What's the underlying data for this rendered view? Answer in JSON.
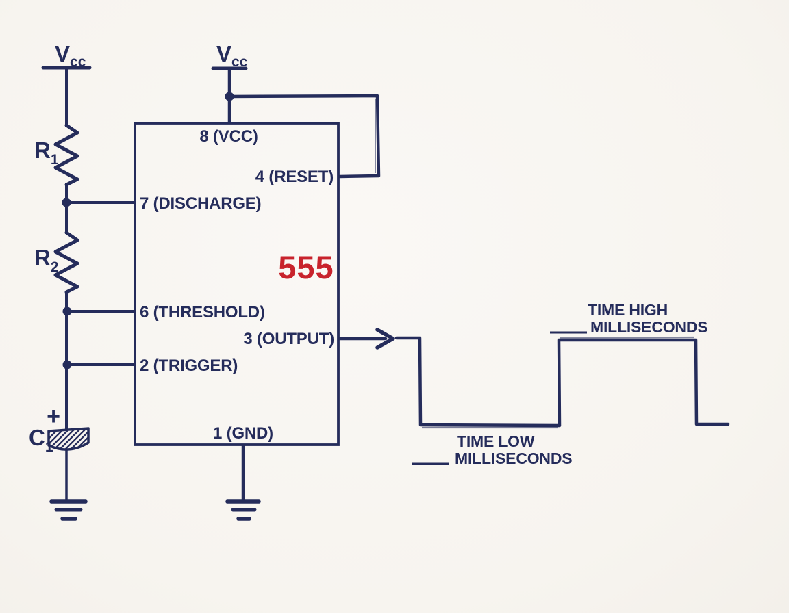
{
  "palette": {
    "ink": "#252c5b",
    "accent_red": "#c8232c",
    "background": "#f8f6f2"
  },
  "power": {
    "vcc_left": {
      "main": "V",
      "sub": "cc"
    },
    "vcc_top": {
      "main": "V",
      "sub": "cc"
    }
  },
  "components": {
    "r1": {
      "main": "R",
      "sub": "1"
    },
    "r2": {
      "main": "R",
      "sub": "2"
    },
    "c1": {
      "main": "C",
      "sub": "1"
    },
    "c1_polarity": "+"
  },
  "chip": {
    "part_number": "555",
    "pins": {
      "vcc": "8 (VCC)",
      "reset": "4 (RESET)",
      "discharge": "7 (DISCHARGE)",
      "threshold": "6 (THRESHOLD)",
      "output": "3 (OUTPUT)",
      "trigger": "2 (TRIGGER)",
      "gnd": "1 (GND)"
    }
  },
  "waveform": {
    "time_high": {
      "line1": "TIME HIGH",
      "line2": "MILLISECONDS"
    },
    "time_low": {
      "line1": "TIME LOW",
      "line2": "MILLISECONDS"
    }
  }
}
